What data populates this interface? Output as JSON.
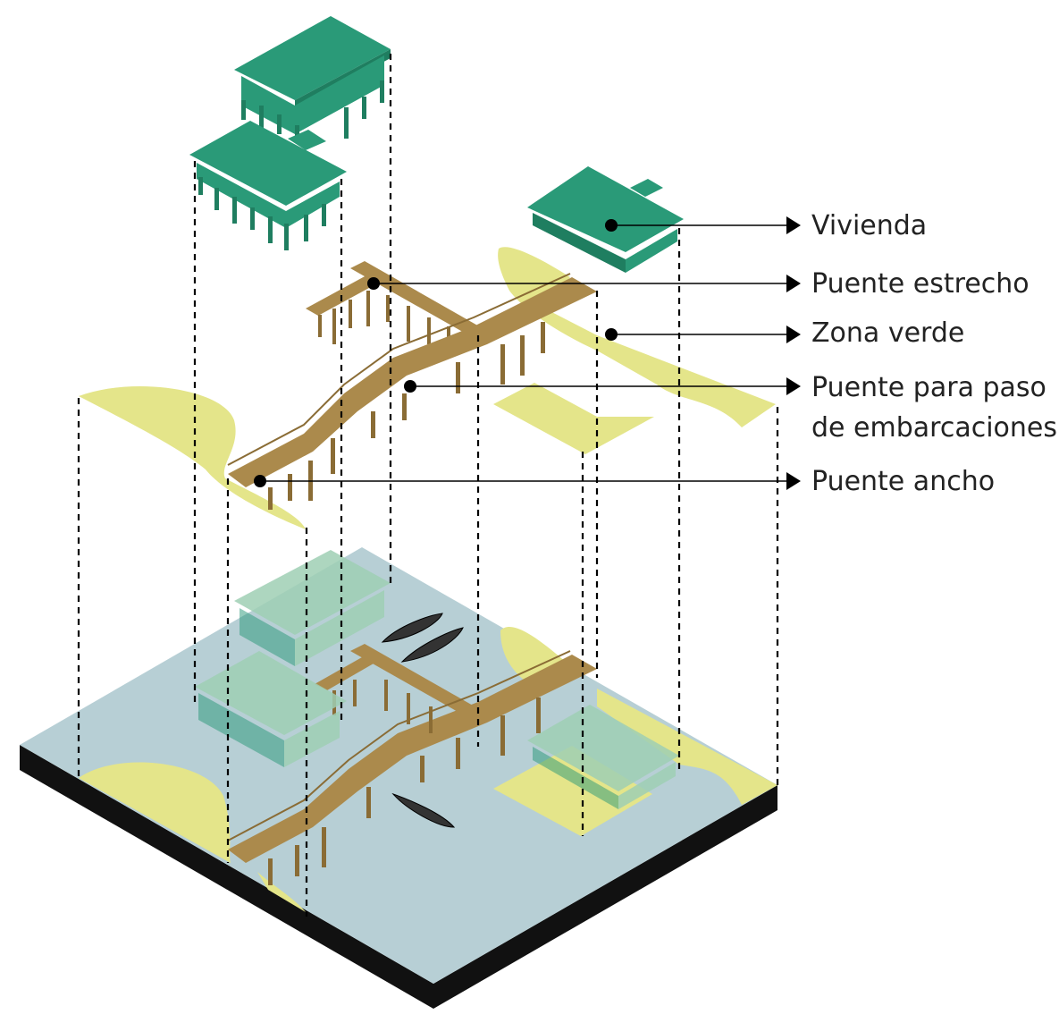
{
  "labels": {
    "vivienda": "Vivienda",
    "puente_estrecho": "Puente estrecho",
    "zona_verde": "Zona verde",
    "puente_paso_line1": "Puente para paso",
    "puente_paso_line2": "de embarcaciones",
    "puente_ancho": "Puente ancho"
  },
  "colors": {
    "house": "#2a9a78",
    "house_dark": "#1f7e60",
    "house_ghost": "#9fcfb4",
    "bridge": "#ab8a4c",
    "bridge_dark": "#8a6c35",
    "green_zone": "#e4e58a",
    "water": "#b7cfd5",
    "base": "#111111",
    "line": "#000000",
    "boat": "#333333"
  }
}
